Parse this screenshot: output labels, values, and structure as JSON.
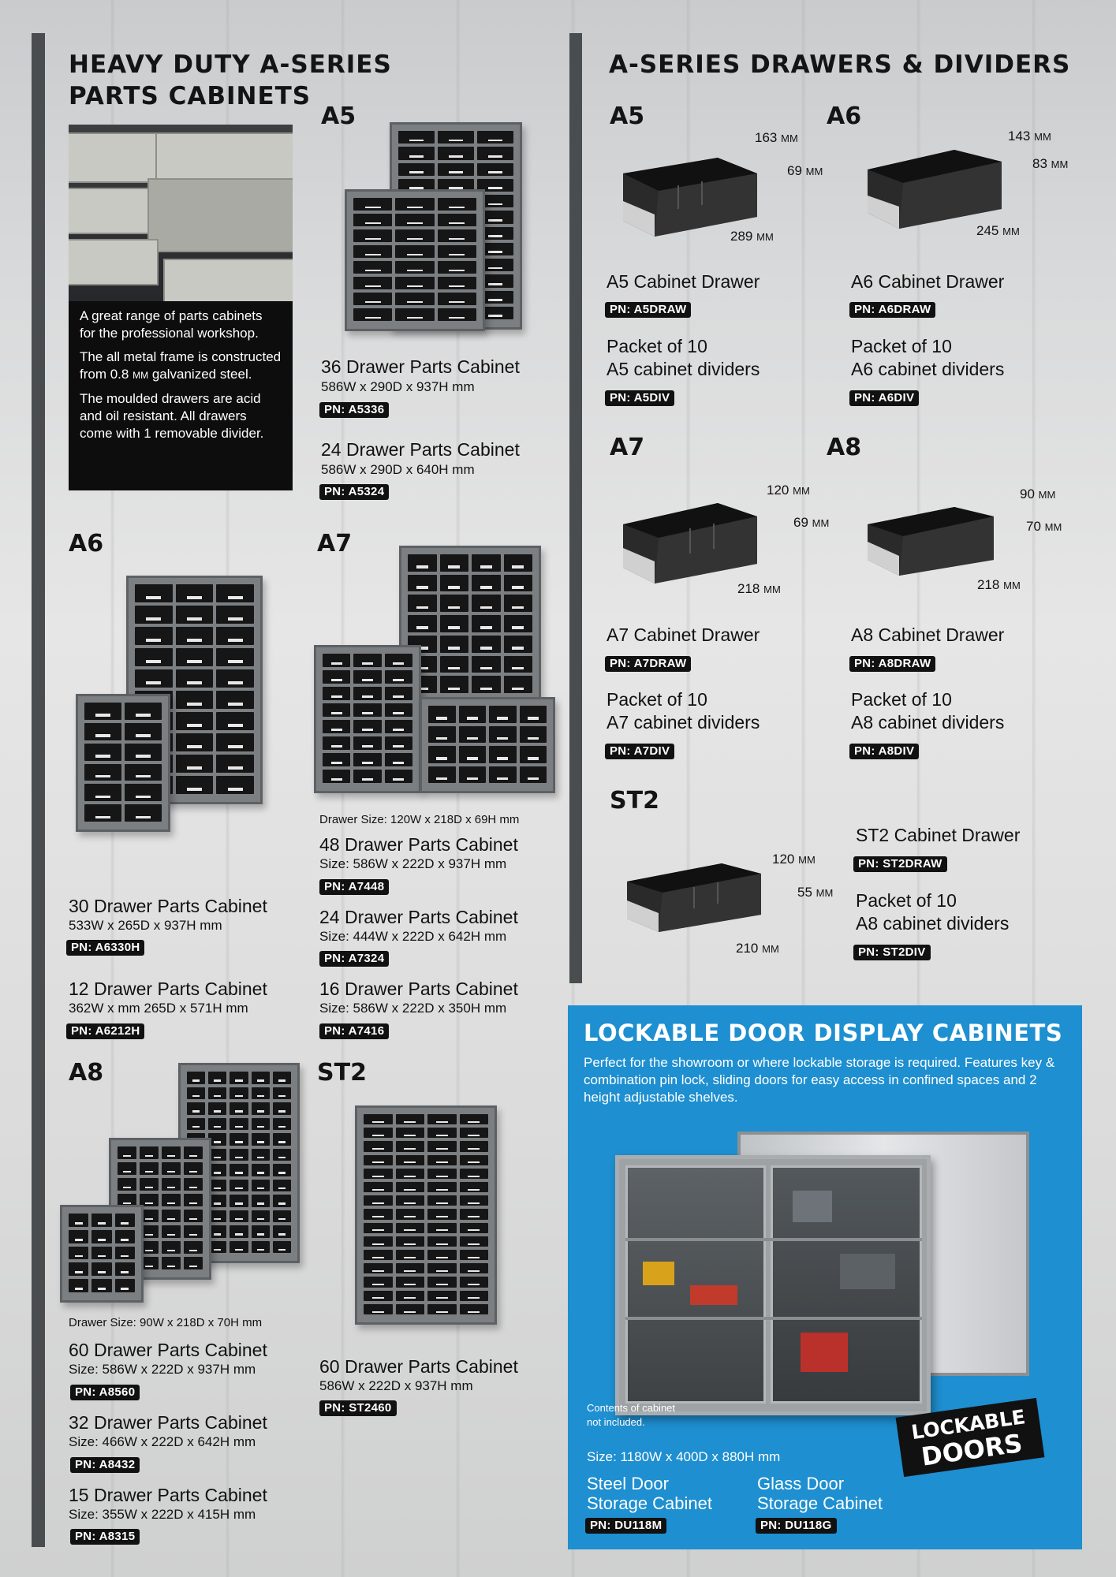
{
  "left": {
    "title_line1": "HEAVY DUTY A-SERIES",
    "title_line2": "PARTS CABINETS",
    "intro": {
      "p1": "A great range of parts cabinets for the professional workshop.",
      "p2_a": "The all metal frame is constructed from 0.8",
      "p2_unit": "MM",
      "p2_b": "galvanized steel.",
      "p3": "The moulded drawers are acid and oil resistant. All drawers come with 1 removable divider."
    },
    "a5": {
      "label": "A5",
      "p1": {
        "name": "36 Drawer Parts Cabinet",
        "dims": "586W x 290D x 937H mm",
        "pn": "PN: A5336"
      },
      "p2": {
        "name": "24 Drawer Parts Cabinet",
        "dims": "586W x 290D x 640H mm",
        "pn": "PN: A5324"
      }
    },
    "a6": {
      "label": "A6",
      "p1": {
        "name": "30 Drawer Parts Cabinet",
        "dims": "533W x 265D x 937H mm",
        "pn": "PN: A6330H"
      },
      "p2": {
        "name": "12 Drawer Parts Cabinet",
        "dims": "362W x mm 265D x 571H mm",
        "pn": "PN: A6212H"
      }
    },
    "a7": {
      "label": "A7",
      "drawer_size": "Drawer Size: 120W x 218D x 69H mm",
      "p1": {
        "name": "48 Drawer Parts Cabinet",
        "dims": "Size: 586W x 222D x 937H mm",
        "pn": "PN: A7448"
      },
      "p2": {
        "name": "24 Drawer Parts Cabinet",
        "dims": "Size: 444W x 222D x 642H mm",
        "pn": "PN: A7324"
      },
      "p3": {
        "name": "16 Drawer Parts Cabinet",
        "dims": "Size: 586W x 222D x 350H mm",
        "pn": "PN: A7416"
      }
    },
    "a8": {
      "label": "A8",
      "drawer_size": "Drawer Size: 90W x 218D x 70H mm",
      "p1": {
        "name": "60 Drawer Parts Cabinet",
        "dims": "Size: 586W x 222D x 937H mm",
        "pn": "PN: A8560"
      },
      "p2": {
        "name": "32 Drawer Parts Cabinet",
        "dims": "Size: 466W x 222D x 642H mm",
        "pn": "PN: A8432"
      },
      "p3": {
        "name": "15 Drawer Parts Cabinet",
        "dims": "Size: 355W x 222D x 415H mm",
        "pn": "PN: A8315"
      }
    },
    "st2": {
      "label": "ST2",
      "p1": {
        "name": "60 Drawer Parts Cabinet",
        "dims": "586W x 222D x 937H mm",
        "pn": "PN: ST2460"
      }
    }
  },
  "right": {
    "title": "A-SERIES DRAWERS & DIVIDERS",
    "a5": {
      "label": "A5",
      "w": "163",
      "h": "69",
      "l": "289",
      "unit": "MM",
      "drawer": "A5 Cabinet Drawer",
      "drawer_pn": "PN: A5DRAW",
      "div1": "Packet of 10",
      "div2": "A5 cabinet dividers",
      "div_pn": "PN: A5DIV"
    },
    "a6": {
      "label": "A6",
      "w": "143",
      "h": "83",
      "l": "245",
      "unit": "MM",
      "drawer": "A6 Cabinet Drawer",
      "drawer_pn": "PN: A6DRAW",
      "div1": "Packet of 10",
      "div2": "A6 cabinet dividers",
      "div_pn": "PN: A6DIV"
    },
    "a7": {
      "label": "A7",
      "w": "120",
      "h": "69",
      "l": "218",
      "unit": "MM",
      "drawer": "A7 Cabinet Drawer",
      "drawer_pn": "PN: A7DRAW",
      "div1": "Packet of 10",
      "div2": "A7 cabinet dividers",
      "div_pn": "PN: A7DIV"
    },
    "a8": {
      "label": "A8",
      "w": "90",
      "h": "70",
      "l": "218",
      "unit": "MM",
      "drawer": "A8 Cabinet Drawer",
      "drawer_pn": "PN: A8DRAW",
      "div1": "Packet of 10",
      "div2": "A8 cabinet dividers",
      "div_pn": "PN: A8DIV"
    },
    "st2": {
      "label": "ST2",
      "w": "120",
      "h": "55",
      "l": "210",
      "unit": "MM",
      "drawer": "ST2 Cabinet Drawer",
      "drawer_pn": "PN: ST2DRAW",
      "div1": "Packet of 10",
      "div2": "A8 cabinet dividers",
      "div_pn": "PN: ST2DIV"
    }
  },
  "lockable": {
    "title": "LOCKABLE DOOR DISPLAY CABINETS",
    "desc": "Perfect for the showroom or where lockable storage is required. Features key & combination pin lock, sliding doors for easy access in confined spaces and 2 height adjustable shelves.",
    "contents_note1": "Contents of cabinet",
    "contents_note2": "not included.",
    "badge1": "LOCKABLE",
    "badge2": "DOORS",
    "size": "Size: 1180W x 400D x 880H mm",
    "steel1": "Steel Door",
    "steel2": "Storage Cabinet",
    "steel_pn": "PN: DU118M",
    "glass1": "Glass Door",
    "glass2": "Storage Cabinet",
    "glass_pn": "PN: DU118G"
  }
}
